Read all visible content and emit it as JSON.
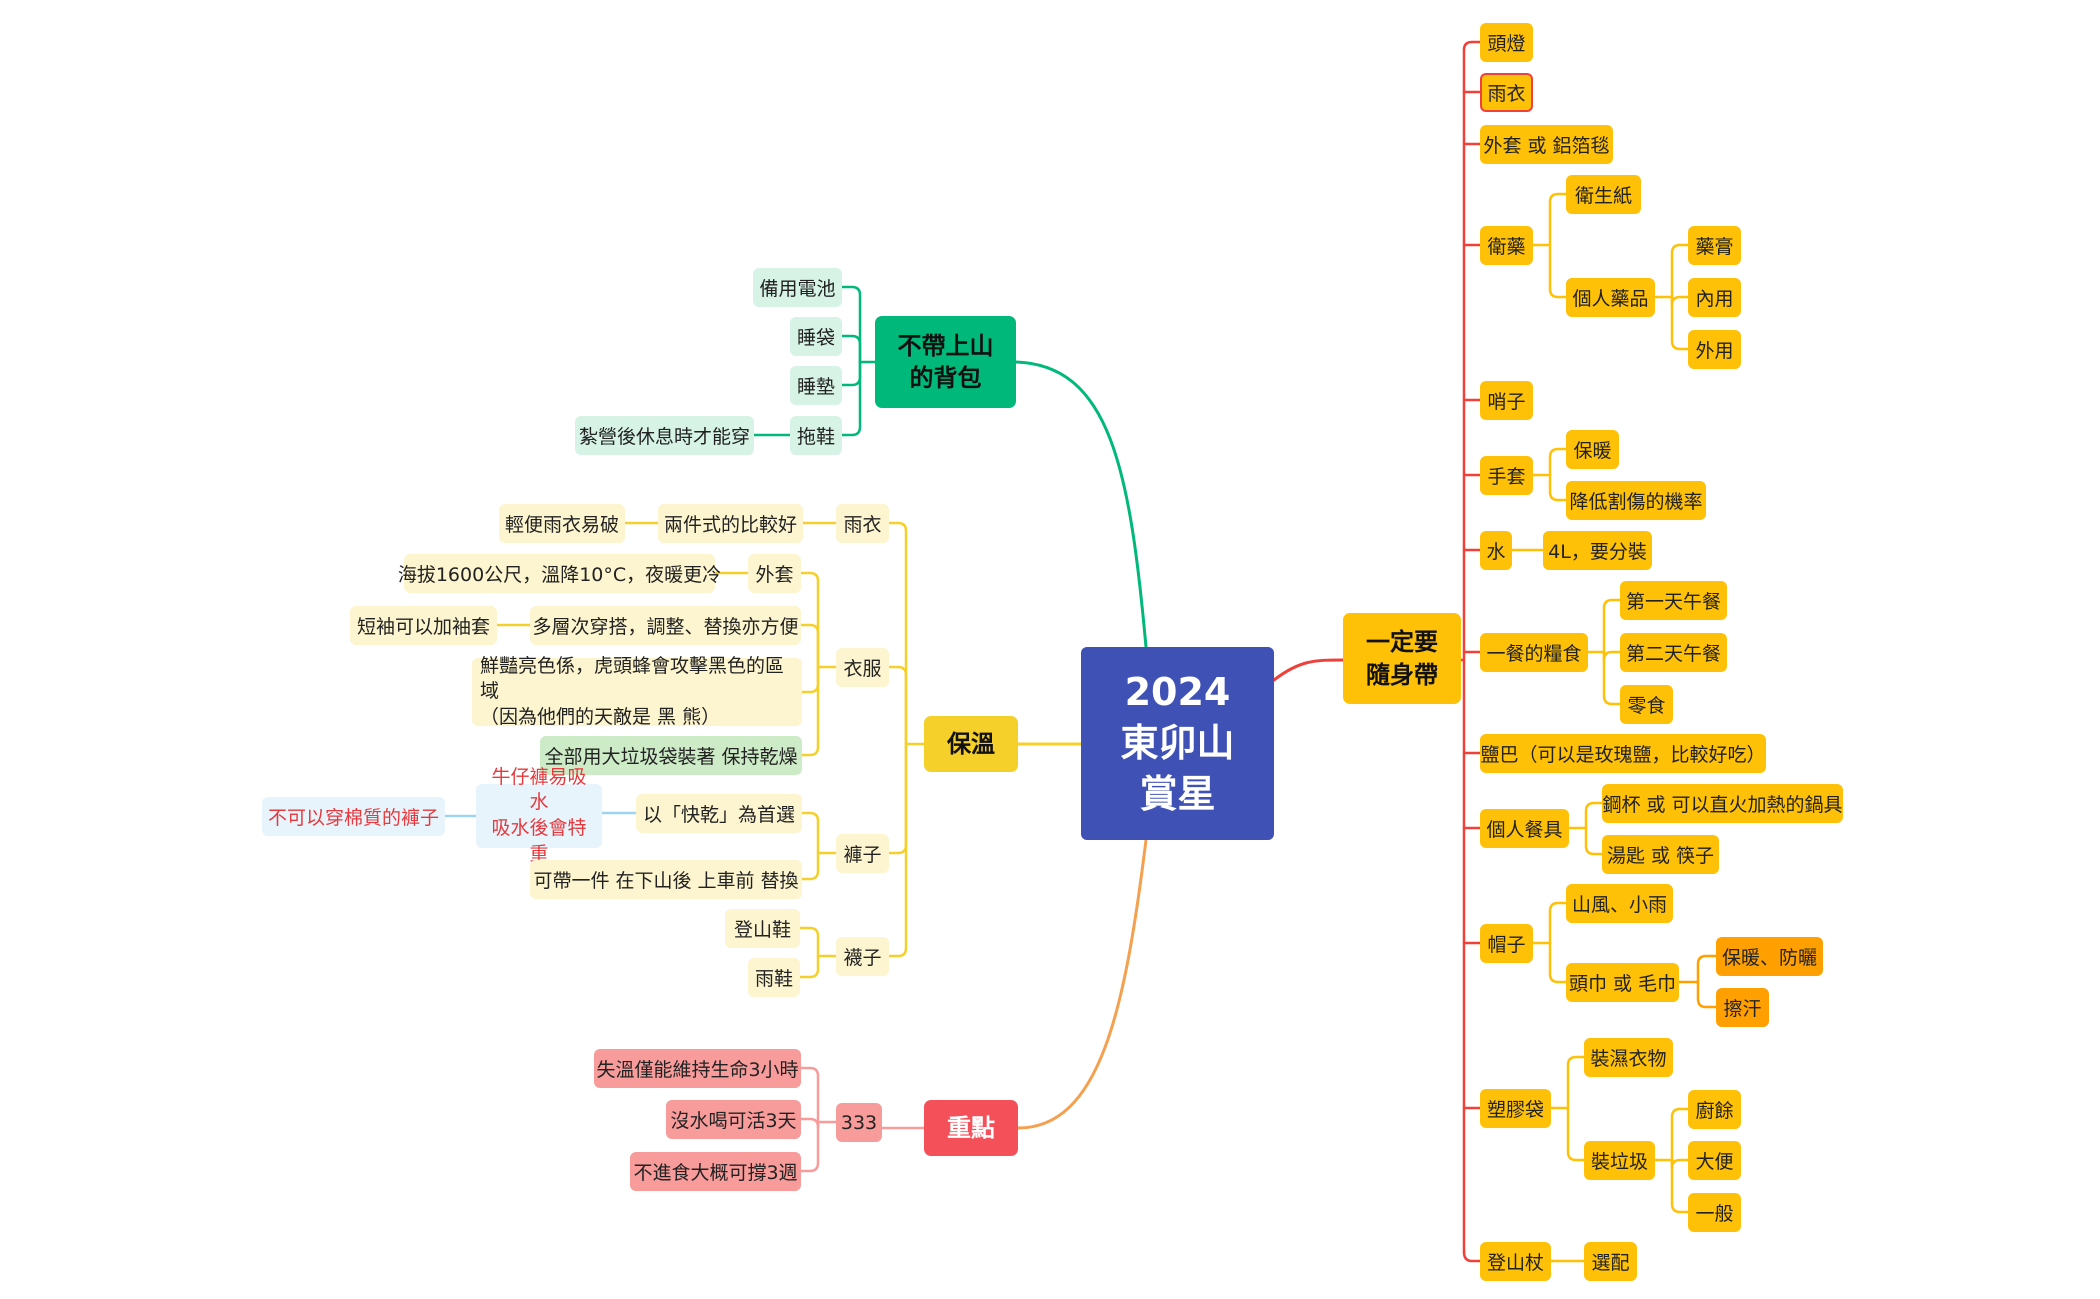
{
  "center": "2024\n東卯山\n賞星",
  "main": {
    "backpack": "不帶上山\n的背包",
    "warmth": "保溫",
    "key": "重點",
    "carry": "一定要\n隨身帶"
  },
  "backpack_items": {
    "battery": "備用電池",
    "sleeping_bag": "睡袋",
    "sleeping_pad": "睡墊",
    "slippers": "拖鞋",
    "slippers_note": "紮營後休息時才能穿"
  },
  "warmth_items": {
    "raincoat": "雨衣",
    "raincoat_two_piece": "兩件式的比較好",
    "raincoat_light": "輕便雨衣易破",
    "clothes": "衣服",
    "jacket": "外套",
    "jacket_note": "海拔1600公尺，溫降10°C，夜暖更冷",
    "layers": "多層次穿搭，調整、替換亦方便",
    "short_sleeve": "短袖可以加袖套",
    "bright_colors": "鮮豔亮色係，虎頭蜂會攻擊黑色的區域\n（因為他們的天敵是 黑 熊）",
    "garbage_bag": "全部用大垃圾袋裝著 保持乾燥",
    "pants": "褲子",
    "quick_dry": "以「快乾」為首選",
    "jeans": "牛仔褲易吸水\n吸水後會特重",
    "no_cotton": "不可以穿棉質的褲子",
    "spare_pants": "可帶一件 在下山後 上車前 替換",
    "socks": "襪子",
    "hiking_shoes": "登山鞋",
    "rain_boots": "雨鞋"
  },
  "key_items": {
    "rule333": "333",
    "hypothermia": "失溫僅能維持生命3小時",
    "no_water": "沒水喝可活3天",
    "no_food": "不進食大概可撐3週"
  },
  "carry_items": {
    "headlamp": "頭燈",
    "raincoat": "雨衣",
    "jacket_or_blanket": "外套 或 鋁箔毯",
    "hygiene": "衛藥",
    "tissue": "衛生紙",
    "personal_meds": "個人藥品",
    "ointment": "藥膏",
    "oral": "內用",
    "external": "外用",
    "whistle": "哨子",
    "gloves": "手套",
    "gloves_warm": "保暖",
    "gloves_cut": "降低割傷的機率",
    "water": "水",
    "water_note": "4L，要分裝",
    "meal": "一餐的糧食",
    "lunch_day1": "第一天午餐",
    "lunch_day2": "第二天午餐",
    "snacks": "零食",
    "salt": "鹽巴（可以是玫瑰鹽，比較好吃）",
    "utensils": "個人餐具",
    "cup": "鋼杯 或 可以直火加熱的鍋具",
    "spoon": "湯匙 或 筷子",
    "hat": "帽子",
    "hat_wind": "山風、小雨",
    "headscarf": "頭巾 或 毛巾",
    "warm_sun": "保暖、防曬",
    "sweat": "擦汗",
    "plastic_bag": "塑膠袋",
    "wet_clothes": "裝濕衣物",
    "trash": "裝垃圾",
    "kitchen_waste": "廚餘",
    "feces": "大便",
    "general": "一般",
    "trekking_pole": "登山杖",
    "optional": "選配"
  },
  "colors": {
    "center": "#3f51b5",
    "green": "#00b87a",
    "green_light": "#d6f3e6",
    "yellow": "#f5d02a",
    "yellow_light": "#fdf5cf",
    "green_note": "#cdebc7",
    "blue_light": "#e7f4fc",
    "red_text": "#e5393d",
    "red": "#f4505a",
    "red_light": "#f89b9b",
    "orange": "#ffc107",
    "orange_deep": "#ffa000",
    "red_link": "#f0403a",
    "orange_link": "#f5a04f"
  }
}
